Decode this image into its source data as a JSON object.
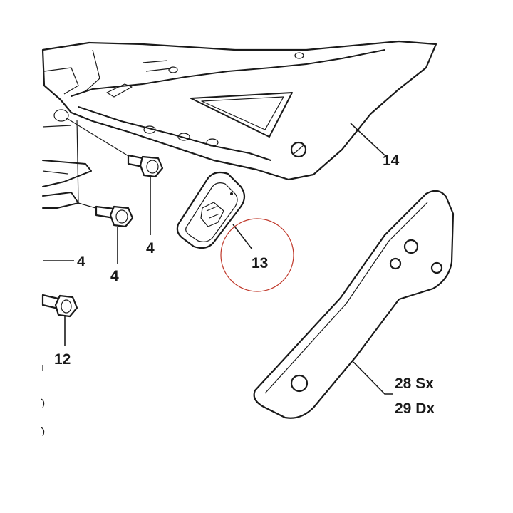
{
  "callouts": {
    "c14": "14",
    "c13": "13",
    "c4_a": "4",
    "c4_b": "4",
    "c4_c": "4",
    "c12": "12",
    "c28": "28 Sx",
    "c29": "29 Dx"
  },
  "highlight_color": "#c0392b"
}
